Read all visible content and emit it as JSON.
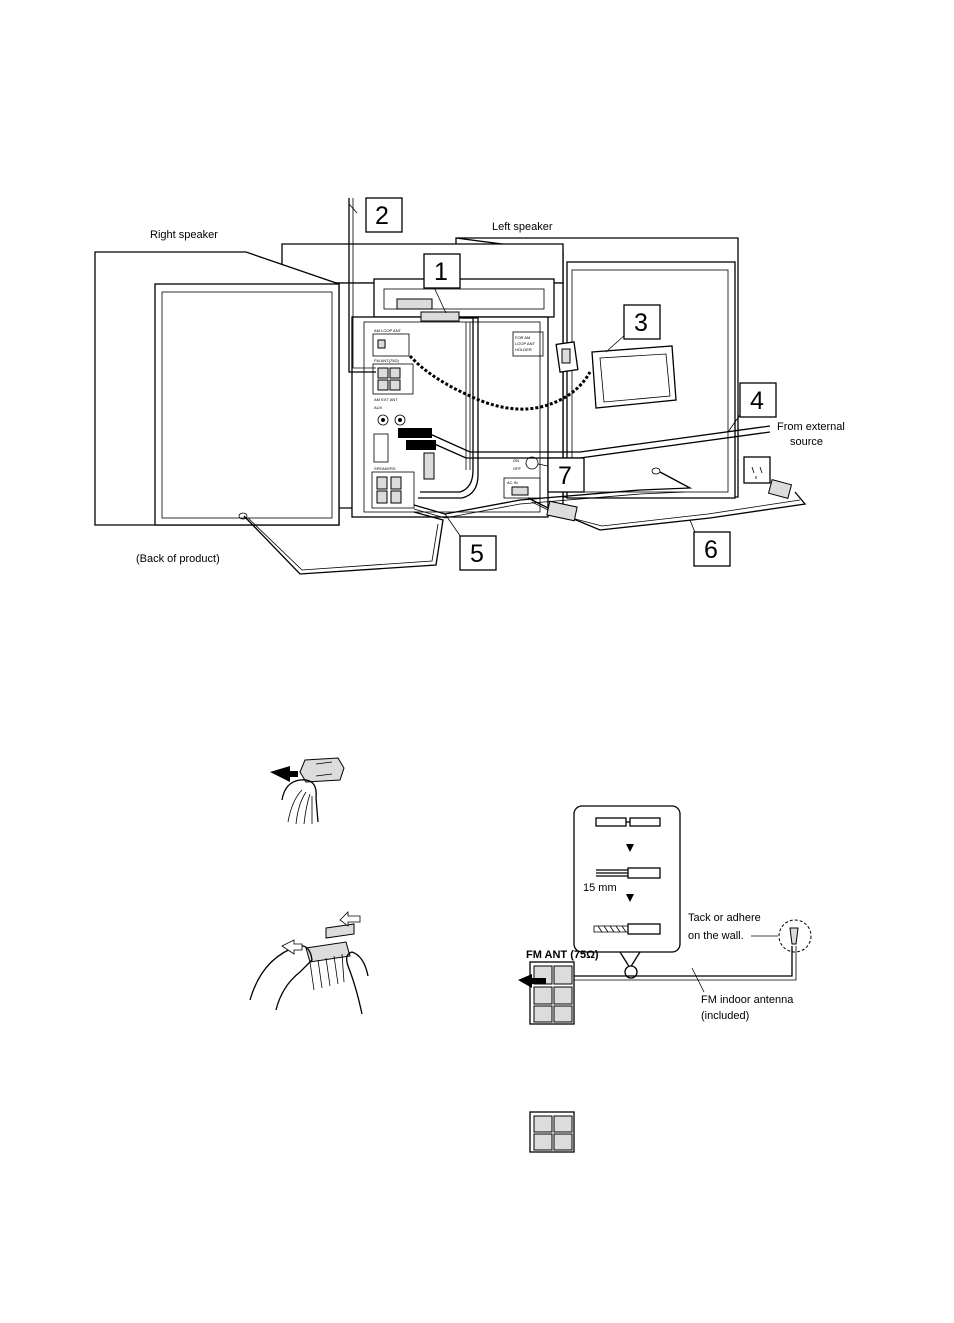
{
  "main_diagram": {
    "labels": {
      "right_speaker": "Right speaker",
      "left_speaker": "Left speaker",
      "back_of_product": "(Back of product)",
      "from_external_1": "From external",
      "from_external_2": "source"
    },
    "callouts": [
      "1",
      "2",
      "3",
      "4",
      "5",
      "6",
      "7"
    ],
    "panel_marks": {
      "am_loop": "AM LOOP ANT",
      "fm_ant": "FM ANT(75Ω)",
      "am_ext": "AM EXT ANT",
      "aux": "AUX",
      "speakers": "SPEAKERS",
      "loop_holder_1": "FOR AM",
      "loop_holder_2": "LOOP ANT",
      "loop_holder_3": "HOLDER",
      "switch_on": "ON",
      "switch_off": "OFF",
      "ac_in": "AC IN"
    }
  },
  "fm_antenna_detail": {
    "strip_length": "15 mm",
    "fm_ant_label": "FM ANT (75Ω)",
    "tack_1": "Tack or adhere",
    "tack_2": "on the wall.",
    "indoor_1": "FM indoor antenna",
    "indoor_2": "(included)"
  }
}
